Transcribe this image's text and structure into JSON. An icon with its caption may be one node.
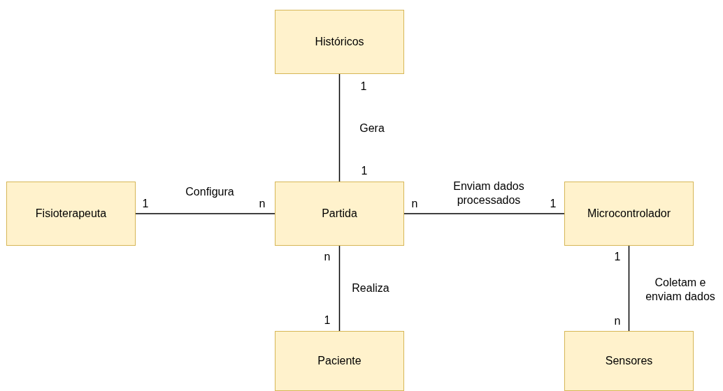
{
  "diagram": {
    "nodes": [
      {
        "text": [
          "Históricos"
        ]
      },
      {
        "text": [
          "Fisioterapeuta"
        ]
      },
      {
        "text": [
          "Partida"
        ]
      },
      {
        "text": [
          "Microcontrolador"
        ]
      },
      {
        "text": [
          "Paciente"
        ]
      },
      {
        "text": [
          "Sensores"
        ]
      }
    ],
    "edges": [
      {
        "from": 2,
        "to": 0,
        "arrow": "none",
        "label": "Gera"
      },
      {
        "from": 1,
        "to": 2,
        "arrow": "none",
        "label": "Configura"
      },
      {
        "from": 2,
        "to": 3,
        "arrow": "none",
        "label": "Enviam dados processados"
      },
      {
        "from": 2,
        "to": 4,
        "arrow": "none",
        "label": "Realiza"
      },
      {
        "from": 3,
        "to": 5,
        "arrow": "none",
        "label": "Coletam e enviam dados"
      }
    ],
    "labels": [
      "1",
      "1",
      "1",
      "n",
      "n",
      "1",
      "n",
      "1",
      "1",
      "n"
    ]
  }
}
